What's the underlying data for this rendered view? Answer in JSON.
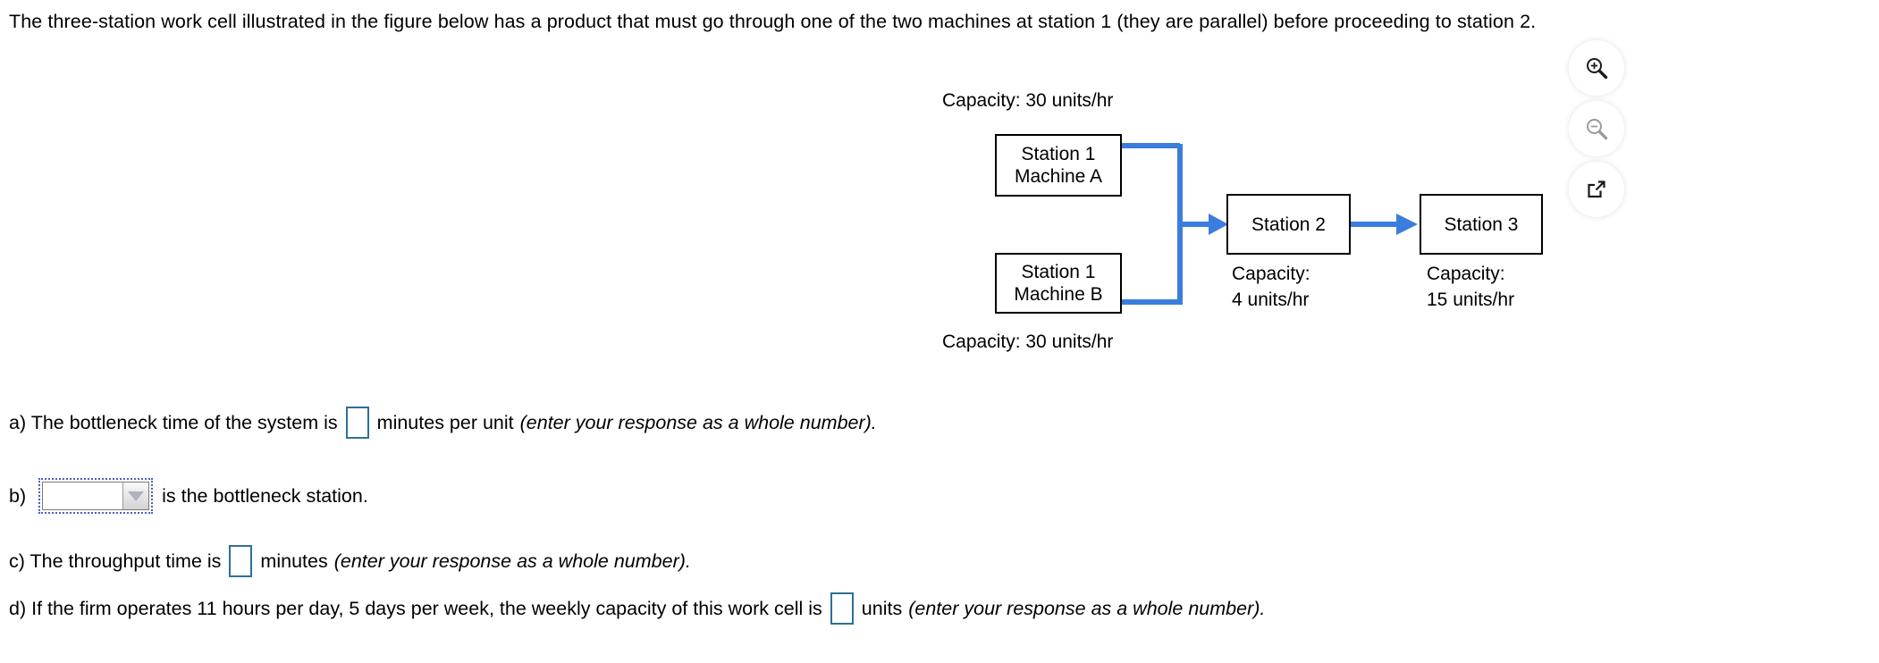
{
  "prompt": {
    "text": "The three-station work cell illustrated in the figure below has a product that must go through one of the two machines at station 1 (they are parallel) before proceeding to station 2."
  },
  "icon_rail": {
    "items": [
      {
        "name": "zoom-in-icon",
        "label": "Zoom In",
        "state": "enabled",
        "color": "#1a1a1a"
      },
      {
        "name": "zoom-out-icon",
        "label": "Zoom Out",
        "state": "disabled",
        "color": "#9b9b9b"
      },
      {
        "name": "pop-out-icon",
        "label": "Open in New Window",
        "state": "enabled",
        "color": "#1a1a1a"
      }
    ]
  },
  "figure": {
    "capacity_machine_a": "Capacity: 30 units/hr",
    "capacity_machine_b": "Capacity: 30 units/hr",
    "boxes": {
      "machine_a": {
        "line1": "Station 1",
        "line2": "Machine A"
      },
      "machine_b": {
        "line1": "Station 1",
        "line2": "Machine B"
      },
      "station_2": {
        "line1": "Station 2"
      },
      "station_3": {
        "line1": "Station 3"
      }
    },
    "station_2_capacity_line1": "Capacity:",
    "station_2_capacity_line2": "4 units/hr",
    "station_3_capacity_line1": "Capacity:",
    "station_3_capacity_line2": "15 units/hr",
    "arrow_color": "#3b7ddd"
  },
  "answers": {
    "a": {
      "prefix": "a) The bottleneck time of the system is",
      "value": "",
      "middle": "minutes per unit",
      "note": "(enter your response as a whole number)."
    },
    "b": {
      "prefix": "b)",
      "selected": "",
      "suffix": "is the bottleneck station."
    },
    "c": {
      "prefix": "c) The throughput time is",
      "value": "",
      "middle": "minutes",
      "note": "(enter your response as a whole number)."
    },
    "d": {
      "prefix": "d) If the firm operates 11 hours per day, 5 days per week, the weekly capacity of this work cell is",
      "value": "",
      "middle": "units",
      "note": "(enter your response as a whole number)."
    }
  },
  "colors": {
    "input_border": "#2e7095",
    "arrow_blue": "#3b7ddd",
    "focus_dotted": "#4a5fc1"
  }
}
